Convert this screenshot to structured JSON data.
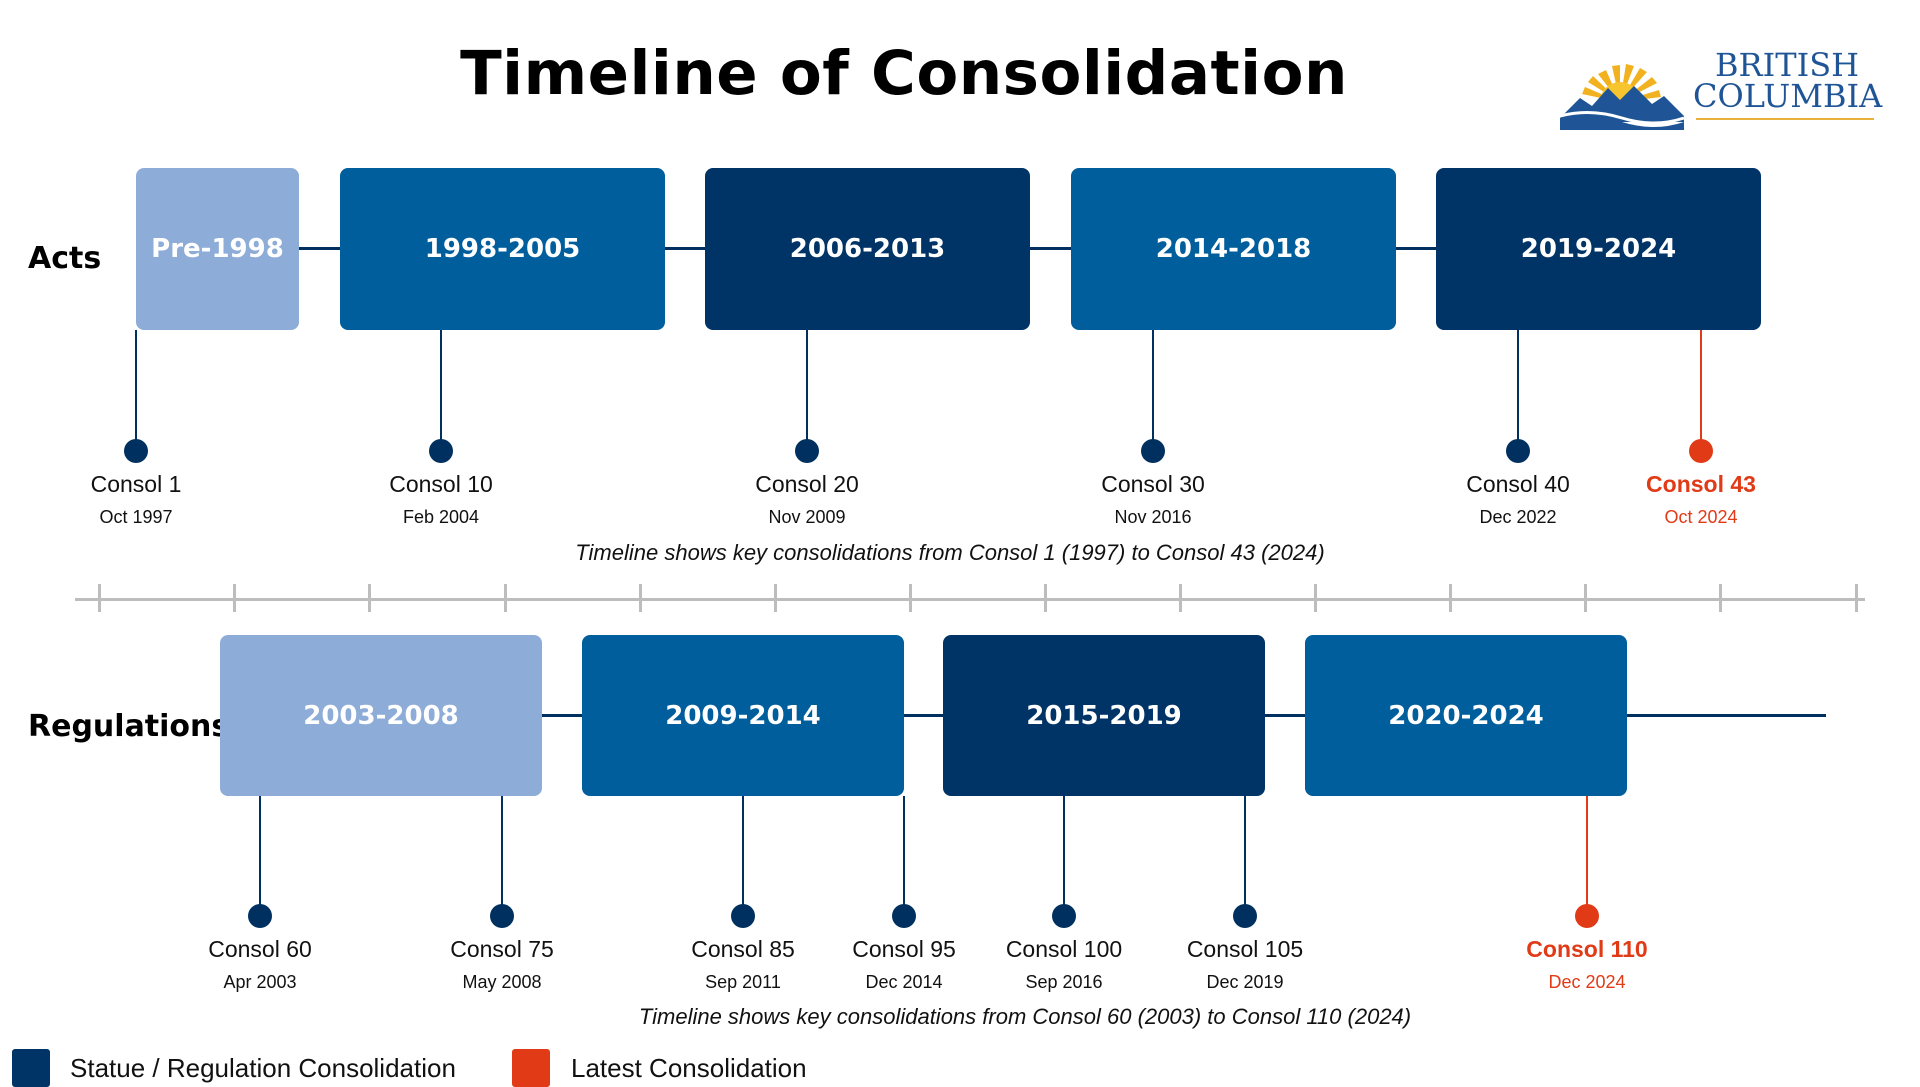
{
  "title": "Timeline of Consolidation",
  "logo": {
    "line1": "BRITISH",
    "line2": "COLUMBIA"
  },
  "colors": {
    "light": "#8eacd8",
    "mid": "#005e9c",
    "dark": "#003366",
    "latest": "#e13a16",
    "spine": "#00305f",
    "ruler": "#bdbdbd"
  },
  "acts": {
    "label": "Acts",
    "periods": [
      {
        "label": "Pre-1998",
        "shade": "light"
      },
      {
        "label": "1998-2005",
        "shade": "mid"
      },
      {
        "label": "2006-2013",
        "shade": "dark"
      },
      {
        "label": "2014-2018",
        "shade": "mid"
      },
      {
        "label": "2019-2024",
        "shade": "dark"
      }
    ],
    "milestones": [
      {
        "name": "Consol 1",
        "date": "Oct 1997",
        "latest": false
      },
      {
        "name": "Consol 10",
        "date": "Feb 2004",
        "latest": false
      },
      {
        "name": "Consol 20",
        "date": "Nov 2009",
        "latest": false
      },
      {
        "name": "Consol 30",
        "date": "Nov 2016",
        "latest": false
      },
      {
        "name": "Consol 40",
        "date": "Dec 2022",
        "latest": false
      },
      {
        "name": "Consol 43",
        "date": "Oct 2024",
        "latest": true
      }
    ],
    "caption": "Timeline shows key consolidations from Consol 1 (1997) to Consol 43 (2024)"
  },
  "regulations": {
    "label": "Regulations",
    "periods": [
      {
        "label": "2003-2008",
        "shade": "light"
      },
      {
        "label": "2009-2014",
        "shade": "mid"
      },
      {
        "label": "2015-2019",
        "shade": "dark"
      },
      {
        "label": "2020-2024",
        "shade": "mid"
      }
    ],
    "milestones": [
      {
        "name": "Consol 60",
        "date": "Apr 2003",
        "latest": false
      },
      {
        "name": "Consol 75",
        "date": "May 2008",
        "latest": false
      },
      {
        "name": "Consol 85",
        "date": "Sep 2011",
        "latest": false
      },
      {
        "name": "Consol 95",
        "date": "Dec 2014",
        "latest": false
      },
      {
        "name": "Consol 100",
        "date": "Sep 2016",
        "latest": false
      },
      {
        "name": "Consol 105",
        "date": "Dec 2019",
        "latest": false
      },
      {
        "name": "Consol 110",
        "date": "Dec 2024",
        "latest": true
      }
    ],
    "caption": "Timeline shows key consolidations from Consol 60 (2003) to Consol 110 (2024)"
  },
  "legend": [
    {
      "label": "Statue / Regulation Consolidation",
      "color": "#003366"
    },
    {
      "label": "Latest Consolidation",
      "color": "#e13a16"
    }
  ]
}
